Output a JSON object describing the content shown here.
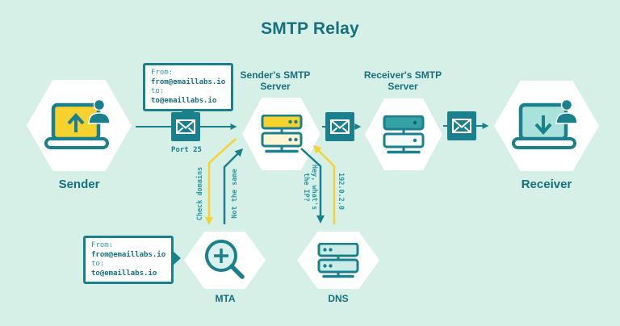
{
  "title": "SMTP Relay",
  "nodes": {
    "sender": "Sender",
    "senders_smtp": "Sender's SMTP Server",
    "receivers_smtp": "Receiver's SMTP Server",
    "receiver": "Receiver",
    "mta": "MTA",
    "dns": "DNS"
  },
  "bubble_top": {
    "from_label": "From:",
    "from_value": "from@emaillabs.io",
    "to_label": "to:",
    "to_value": "to@emaillabs.io"
  },
  "bubble_bottom": {
    "from_label": "From:",
    "from_value": "from@emaillabs.io",
    "to_label": "to:",
    "to_value": "to@emaillabs.io"
  },
  "arrow_labels": {
    "port": "Port 25",
    "check_domains": "Check domains",
    "not_the_same": "Not the same",
    "ask_ip_line1": "Hey, what's",
    "ask_ip_line2": "the IP?",
    "answer_ip": "192.0.2.0"
  },
  "icons": {
    "sender": "laptop-upload-with-user-icon",
    "receiver": "laptop-download-with-user-icon",
    "email": "envelope-icon",
    "senders_smtp": "server-stack-icon",
    "receivers_smtp": "server-stack-icon",
    "dns": "server-stack-icon",
    "mta": "magnifier-plus-icon"
  },
  "colors": {
    "background": "#d6efe7",
    "teal_dark": "#16707e",
    "teal": "#1b808d",
    "teal_mid": "#2d98a2",
    "yellow": "#f5d22e",
    "cream": "#fdf5d3",
    "light_teal": "#c9ece6",
    "screen_teal": "#a8e2db",
    "white": "#ffffff"
  }
}
